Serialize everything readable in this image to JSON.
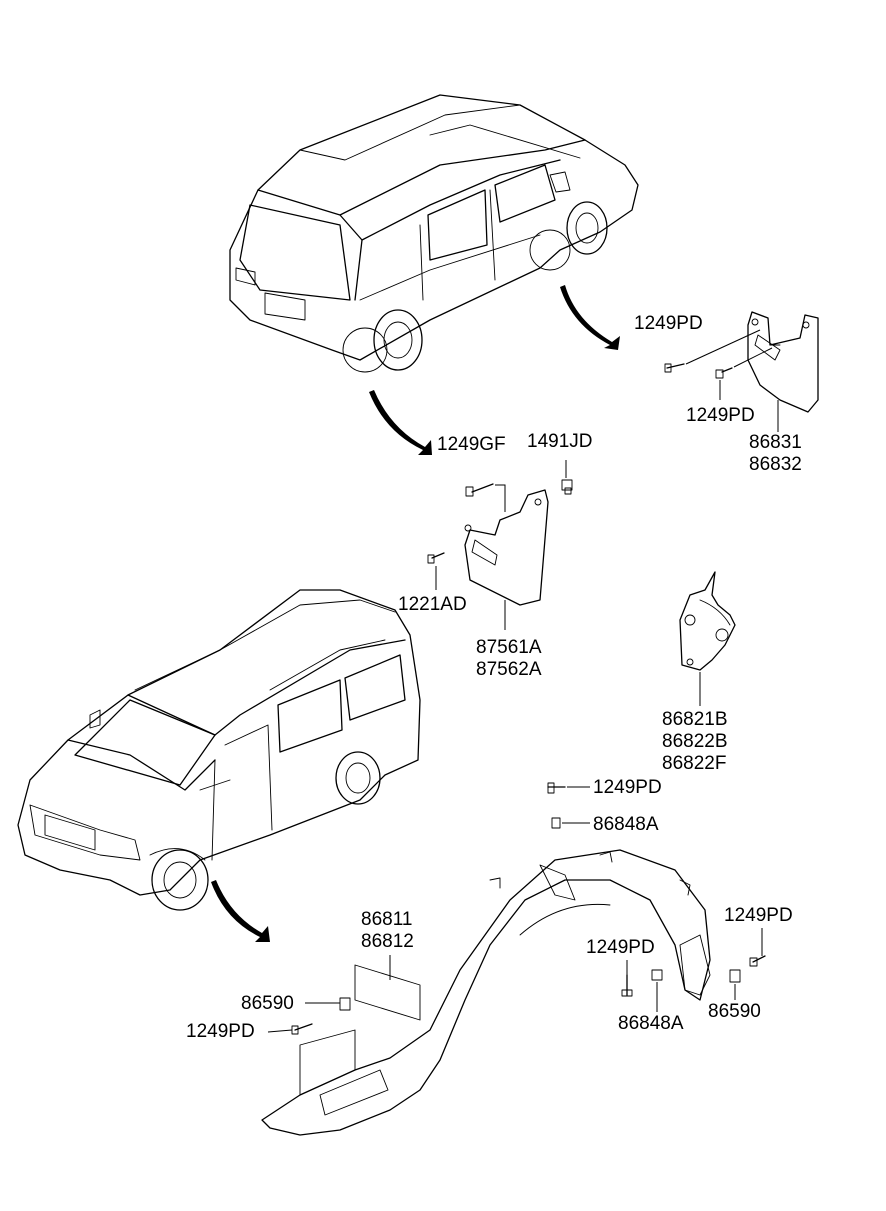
{
  "labels": {
    "rear_guard": {
      "part_a": "86831",
      "part_b": "86832",
      "bolt_top": "1249PD",
      "bolt_bottom": "1249PD"
    },
    "rear_flap": {
      "screw": "1249GF",
      "clip": "1491JD",
      "bolt": "1221AD",
      "part_a": "87561A",
      "part_b": "87562A"
    },
    "front_flap": {
      "part_a": "86821B",
      "part_b": "86822B",
      "part_c": "86822F",
      "bolt": "1249PD",
      "nut": "86848A"
    },
    "front_liner": {
      "part_a": "86811",
      "part_b": "86812",
      "clip_left": "86590",
      "bolt_left": "1249PD",
      "bolt_mid": "1249PD",
      "nut_mid": "86848A",
      "bolt_right": "1249PD",
      "clip_right": "86590"
    }
  }
}
